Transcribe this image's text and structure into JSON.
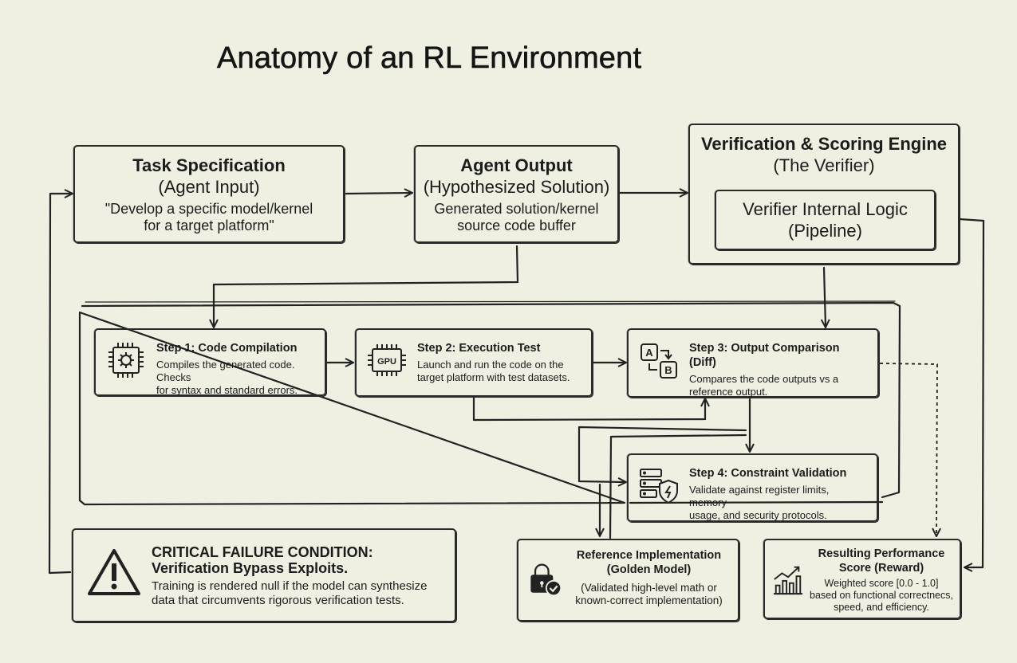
{
  "title": "Anatomy of an RL Environment",
  "task_spec": {
    "title": "Task Specification",
    "subtitle": "(Agent Input)",
    "desc_line1": "\"Develop a specific model/kernel",
    "desc_line2": "for a target platform\""
  },
  "agent_output": {
    "title": "Agent Output",
    "subtitle": "(Hypothesized Solution)",
    "desc_line1": "Generated solution/kernel",
    "desc_line2": "source code buffer"
  },
  "verifier": {
    "title": "Verification & Scoring Engine",
    "subtitle": "(The Verifier)",
    "inner_line1": "Verifier Internal Logic",
    "inner_line2": "(Pipeline)"
  },
  "steps": [
    {
      "title": "Step 1: Code Compilation",
      "desc_line1": "Compiles the generated code. Checks",
      "desc_line2": "for syntax and standard errors.",
      "icon": "chip-gear-icon"
    },
    {
      "title": "Step 2: Execution Test",
      "desc_line1": "Launch and run the code on the",
      "desc_line2": "target platform with test datasets.",
      "icon": "gpu-chip-icon",
      "icon_label": "GPU"
    },
    {
      "title": "Step 3: Output Comparison (Diff)",
      "desc_line1": "Compares the code outputs vs a",
      "desc_line2": "reference output.",
      "icon": "a-b-compare-icon",
      "icon_label_a": "A",
      "icon_label_b": "B"
    },
    {
      "title": "Step 4: Constraint Validation",
      "desc_line1": "Validate against register limits, memory",
      "desc_line2": "usage, and security protocols.",
      "icon": "server-shield-icon"
    }
  ],
  "failure": {
    "title_line1": "CRITICAL FAILURE CONDITION:",
    "title_line2": "Verification Bypass Exploits.",
    "desc_line1": "Training is rendered null if the model can synthesize",
    "desc_line2": "data that circumvents rigorous verification tests.",
    "icon": "warning-triangle-icon"
  },
  "reference": {
    "title_line1": "Reference Implementation",
    "title_line2": "(Golden Model)",
    "desc_line1": "(Validated high-level math or",
    "desc_line2": "known-correct implementation)",
    "icon": "lock-check-icon"
  },
  "score": {
    "title_line1": "Resulting Performance",
    "title_line2": "Score (Reward)",
    "desc_line1": "Weighted score [0.0 - 1.0]",
    "desc_line2": "based on functional correctnecs,",
    "desc_line3": "speed, and efficiency.",
    "icon": "bar-chart-trend-icon"
  }
}
